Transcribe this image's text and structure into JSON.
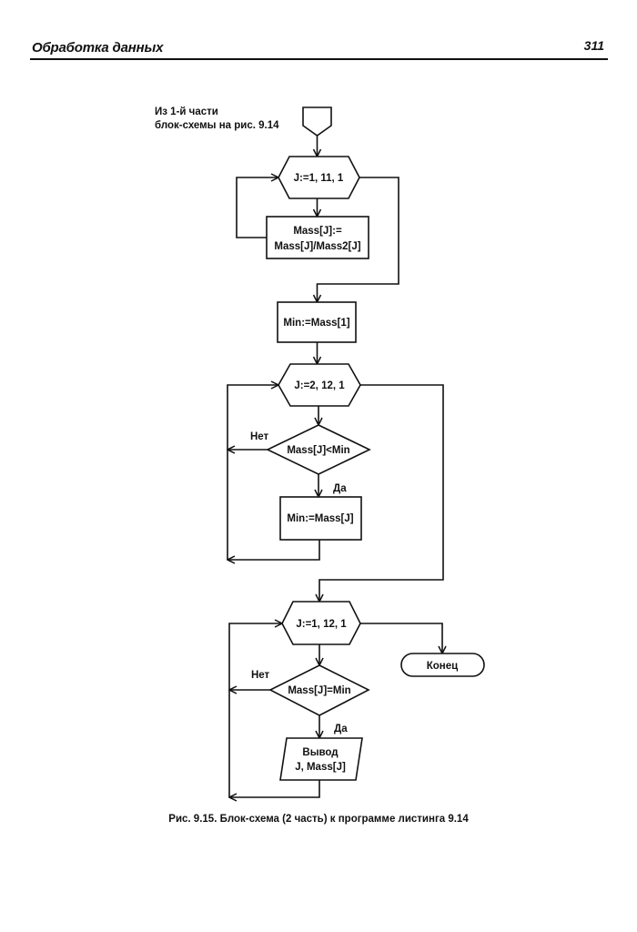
{
  "header": {
    "section_title": "Обработка данных",
    "page_number": "311"
  },
  "diagram": {
    "entry_note": [
      "Из 1-й части",
      "блок-схемы на рис. 9.14"
    ],
    "loop1": {
      "label": "J:=1, 11, 1"
    },
    "process1": {
      "lines": [
        "Mass[J]:=",
        "Mass[J]/Mass2[J]"
      ]
    },
    "process2": {
      "label": "Min:=Mass[1]"
    },
    "loop2": {
      "label": "J:=2, 12, 1"
    },
    "decision1": {
      "label": "Mass[J]<Min",
      "no_label": "Нет",
      "yes_label": "Да"
    },
    "process3": {
      "label": "Min:=Mass[J]"
    },
    "loop3": {
      "label": "J:=1, 12, 1"
    },
    "terminator": {
      "label": "Конец"
    },
    "decision2": {
      "label": "Mass[J]=Min",
      "no_label": "Нет",
      "yes_label": "Да"
    },
    "output": {
      "lines": [
        "Вывод",
        "J, Mass[J]"
      ]
    }
  },
  "caption": "Рис. 9.15. Блок-схема (2 часть) к программе листинга 9.14"
}
